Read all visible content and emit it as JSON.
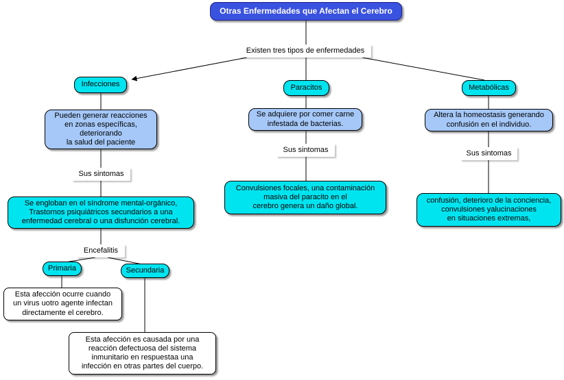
{
  "diagram": {
    "title": "Otras Enfermedades que Afectan el Cerebro",
    "colors": {
      "root_bg": "#3a52e0",
      "concept_bg": "#00e4f0",
      "desc_bg": "#a5c8f8",
      "white_bg": "#ffffff",
      "line": "#000000"
    },
    "nodes": {
      "root": "Otras Enfermedades que Afectan el Cerebro",
      "tipos": "Existen tres tipos de enfermedades",
      "infecciones": "Infecciones",
      "paracitos": "Paracitos",
      "metabolicas": "Metabólicas",
      "infecciones_desc": "Pueden generar reacciones\nen zonas específicas,\ndeteriorando\nla salud del paciente",
      "sintomas_inf": "Sus sintomas",
      "sindrome": "Se engloban en el síndrome mental-orgánico,\nTrastornos psiquiátricos secundarios a una\nenfermedad cerebral o una disfunción cerebral.",
      "encefalitis": "Encefalitis",
      "primaria": "Primaria",
      "secundaria": "Secundaria",
      "primaria_desc": "Esta afección ocurre cuando\nun virus uotro agente infectan\ndirectamente el cerebro.",
      "secundaria_desc": "Esta afección es causada por una\nreacción defectuosa del sistema\ninmunitario en respuestaa una\ninfección en otras partes del cuerpo.",
      "paracitos_desc": "Se adquiere por comer carne\ninfestada de bacterias.",
      "sintomas_par": "Sus sintomas",
      "convulsiones": "Convulsiones focales, una contaminación\nmasiva del paracito en el\ncerebro genera un daño global.",
      "metabolicas_desc": "Altera la homeostasis generando\nconfusión en el individuo.",
      "sintomas_met": "Sus sintomas",
      "confusion": "confusión, deterioro de la conciencia,\nconvulsiones yalucinaciones\nen situaciones extremas,"
    }
  }
}
